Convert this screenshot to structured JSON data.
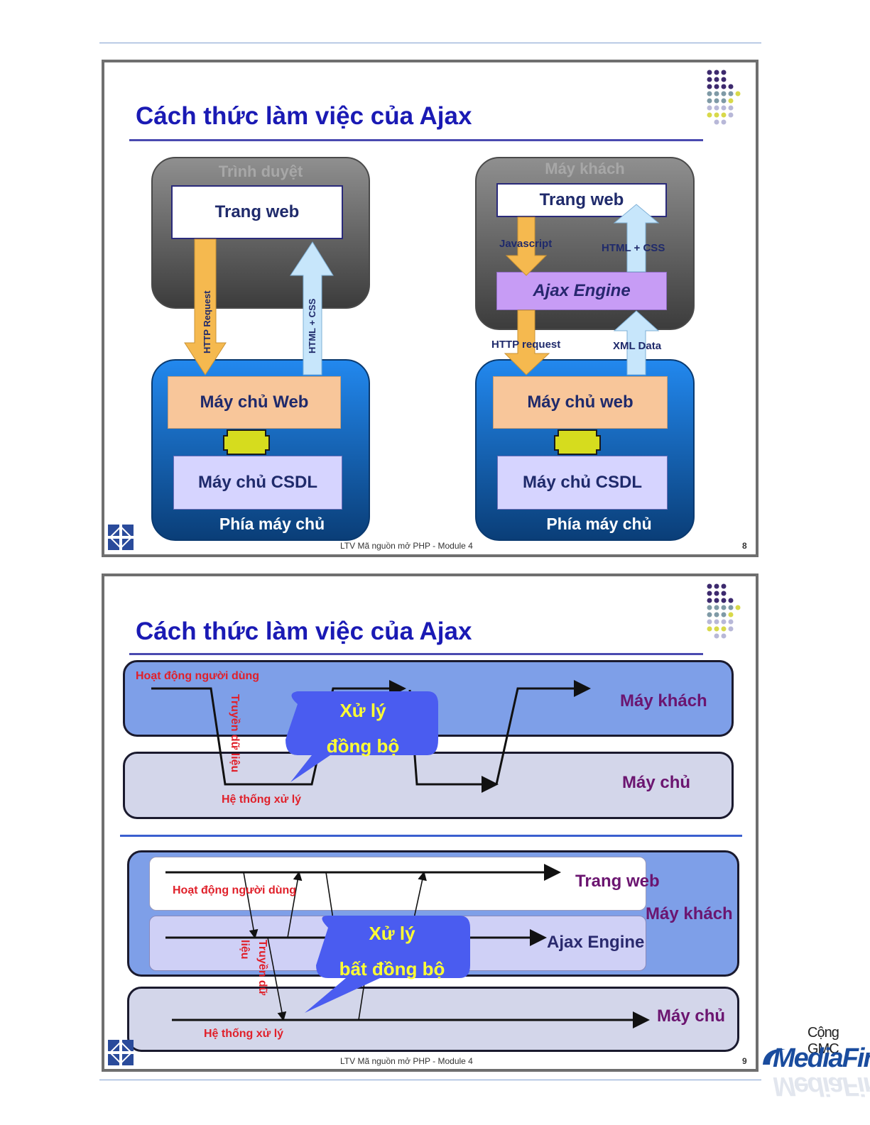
{
  "slides": [
    {
      "title": "Cách thức làm việc của Ajax",
      "footer": "LTV Mã nguồn mở PHP - Module 4",
      "page": "8",
      "left_diagram": {
        "client_group": "Trình duyệt",
        "web_page": "Trang web",
        "request_arrow": "HTTP Request",
        "response_arrow": "HTML + CSS",
        "web_server": "Máy chủ Web",
        "db_server": "Máy chủ CSDL",
        "server_group": "Phía máy chủ"
      },
      "right_diagram": {
        "client_group": "Máy khách",
        "web_page": "Trang web",
        "js_label": "Javascript",
        "html_label": "HTML + CSS",
        "engine": "Ajax Engine",
        "http_label": "HTTP request",
        "xml_label": "XML Data",
        "web_server": "Máy chủ web",
        "db_server": "Máy chủ CSDL",
        "server_group": "Phía máy chủ"
      }
    },
    {
      "title": "Cách thức làm việc của Ajax",
      "footer": "LTV Mã nguồn mở PHP - Module 4",
      "page": "9",
      "sync": {
        "client_lane": "Máy khách",
        "server_lane": "Máy chủ",
        "user_activity": "Hoạt động người dùng",
        "transmit": "Truyền dữ liệu",
        "processing": "Hệ thống xử lý",
        "bubble_line1": "Xử lý",
        "bubble_line2": "đồng bộ"
      },
      "async": {
        "web_page_lane": "Trang web",
        "client_lane": "Máy khách",
        "engine_lane": "Ajax Engine",
        "server_lane": "Máy chủ",
        "user_activity": "Hoạt động người dùng",
        "transmit_1": "Truyền dữ",
        "transmit_2": "liệu",
        "processing": "Hệ thống xử lý",
        "bubble_line1": "Xử lý",
        "bubble_line2": "bất đồng bộ"
      }
    }
  ],
  "watermark": {
    "top": "Cộng GMC",
    "brand": "MediaFire"
  },
  "colors": {
    "title": "#1a1ab4",
    "arrow_orange": "#f5b94f",
    "arrow_blue": "#c7e6fb",
    "bubble": "#4a5cf0",
    "connector": "#d6dc1e"
  }
}
